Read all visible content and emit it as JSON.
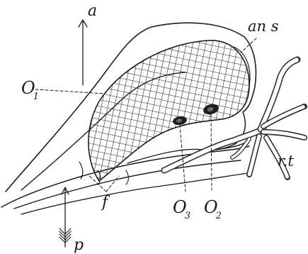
{
  "labels": {
    "a": "a",
    "ans": "an s",
    "o1_main": "O",
    "o1_sub": "1",
    "o3_main": "O",
    "o3_sub": "3",
    "o2_main": "O",
    "o2_sub": "2",
    "f": "f",
    "rt": "r.t",
    "p": "p"
  }
}
